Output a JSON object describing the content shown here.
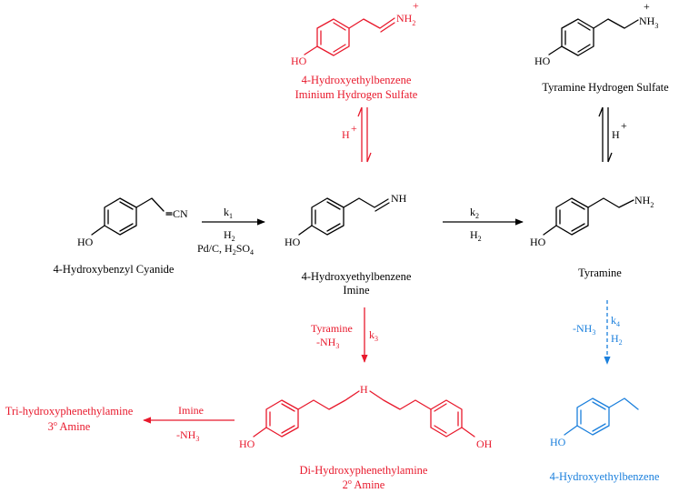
{
  "colors": {
    "black": "#000000",
    "red": "#e8192c",
    "blue": "#1a7fdc"
  },
  "atoms": {
    "ho": "HO",
    "oh": "OH",
    "cn": "CN",
    "nh": "NH",
    "nh2": "NH2",
    "nh2_plus_N": "NH",
    "nh2_plus_sub": "2",
    "plus": "+",
    "h_nitrogen": "H"
  },
  "compounds": {
    "iminium_salt": {
      "line1": "4-Hydroxyethylbenzene",
      "line2": "Iminium Hydrogen Sulfate"
    },
    "tyramine_salt": {
      "line1": "Tyramine Hydrogen Sulfate"
    },
    "cyanide": {
      "line1": "4-Hydroxybenzyl Cyanide"
    },
    "imine": {
      "line1": "4-Hydroxyethylbenzene",
      "line2": "Imine"
    },
    "tyramine": {
      "line1": "Tyramine"
    },
    "secondary_amine": {
      "line1": "Di-Hydroxyphenethylamine",
      "line2_main": "2",
      "line2_sup": "o",
      "line2_rest": " Amine"
    },
    "tertiary_amine": {
      "line1": "Tri-hydroxyphenethylamine",
      "line2_main": "3",
      "line2_sup": "o",
      "line2_rest": " Amine"
    },
    "ethylphenol": {
      "line1": "4-Hydroxyethylbenzene"
    }
  },
  "conditions": {
    "step1": {
      "k": "k",
      "k_sub": "1",
      "h2": "H",
      "h2_sub": "2",
      "cat_a": "Pd/C, H",
      "cat_sub": "2",
      "cat_b": "SO",
      "cat_sub2": "4"
    },
    "step2": {
      "k": "k",
      "k_sub": "2",
      "h2": "H",
      "h2_sub": "2"
    },
    "step3": {
      "reagent": "Tyramine",
      "loss": "-NH",
      "loss_sub": "3",
      "k": "k",
      "k_sub": "3"
    },
    "step4": {
      "loss": "-NH",
      "loss_sub": "3",
      "k": "k",
      "k_sub": "4",
      "h2": "H",
      "h2_sub": "2"
    },
    "step5": {
      "reagent": "Imine",
      "loss": "-NH",
      "loss_sub": "3"
    },
    "protonation_left": {
      "h": "H",
      "plus": "+"
    },
    "protonation_right": {
      "h": "H",
      "plus": "+"
    }
  }
}
